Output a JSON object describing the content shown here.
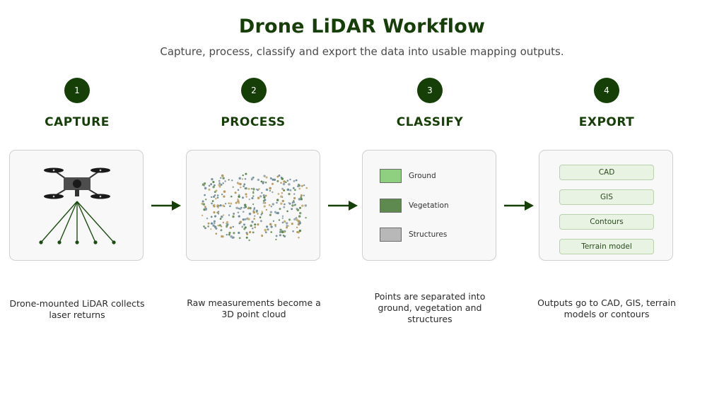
{
  "title": "Drone LiDAR Workflow",
  "subtitle": "Capture, process, classify and export the data into usable mapping outputs.",
  "colors": {
    "accent": "#163f08",
    "card_bg": "#f8f8f8",
    "card_border": "#cfcfcf",
    "ground": "#8fcf80",
    "vegetation": "#5e8a50",
    "structures": "#b8b8b8",
    "export_pill_bg": "#e9f3e3"
  },
  "steps": [
    {
      "number": "1",
      "title": "CAPTURE",
      "icon": "drone-lidar-icon",
      "description_lines": [
        "Drone-mounted LiDAR collects",
        "laser returns"
      ]
    },
    {
      "number": "2",
      "title": "PROCESS",
      "icon": "point-cloud-icon",
      "description_lines": [
        "Raw measurements become a",
        "3D point cloud"
      ]
    },
    {
      "number": "3",
      "title": "CLASSIFY",
      "legend": [
        {
          "label": "Ground",
          "color": "#8fcf80"
        },
        {
          "label": "Vegetation",
          "color": "#5e8a50"
        },
        {
          "label": "Structures",
          "color": "#b8b8b8"
        }
      ],
      "description_lines": [
        "Points are separated into",
        "ground, vegetation and",
        "structures"
      ]
    },
    {
      "number": "4",
      "title": "EXPORT",
      "outputs": [
        "CAD",
        "GIS",
        "Contours",
        "Terrain model"
      ],
      "description_lines": [
        "Outputs go to CAD, GIS, terrain",
        "models or contours"
      ]
    }
  ]
}
